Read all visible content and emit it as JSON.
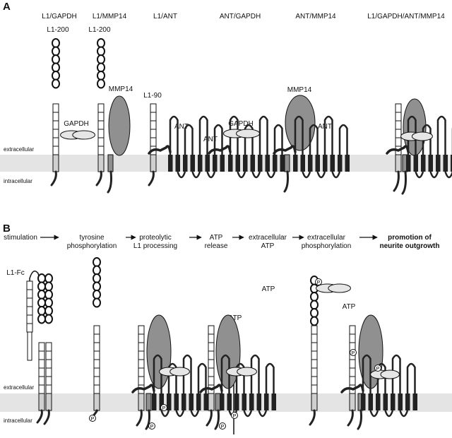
{
  "colors": {
    "membrane": "#e4e4e4",
    "protein_fill": "#909090",
    "dark": "#222222",
    "outline": "#111111"
  },
  "panel_a": {
    "letter": "A",
    "columns": [
      "L1/GAPDH",
      "L1/MMP14",
      "L1/ANT",
      "ANT/GAPDH",
      "ANT/MMP14",
      "L1/GAPDH/ANT/MMP14"
    ],
    "labels": {
      "l1_200_a": "L1-200",
      "l1_200_b": "L1-200",
      "l1_90": "L1-90",
      "gapdh_1": "GAPDH",
      "gapdh_2": "GAPDH",
      "mmp14_1": "MMP14",
      "mmp14_2": "MMP14",
      "ant_1": "ANT",
      "ant_2": "ANT",
      "ant_3": "ANT"
    },
    "extracellular": "extracellular",
    "intracellular": "intracellular"
  },
  "panel_b": {
    "letter": "B",
    "steps": [
      [
        "stimulation"
      ],
      [
        "tyrosine",
        "phosphorylation"
      ],
      [
        "proteolytic",
        "L1 processing"
      ],
      [
        "ATP",
        "release"
      ],
      [
        "extracellular",
        "ATP"
      ],
      [
        "extracellular",
        "phosphorylation"
      ],
      [
        "promotion of",
        "neurite outgrowth"
      ]
    ],
    "labels": {
      "l1_fc": "L1-Fc",
      "atp_1": "ATP",
      "atp_2": "ATP",
      "atp_3": "ATP",
      "phospho": "P"
    },
    "extracellular": "extracellular",
    "intracellular": "intracellular"
  }
}
